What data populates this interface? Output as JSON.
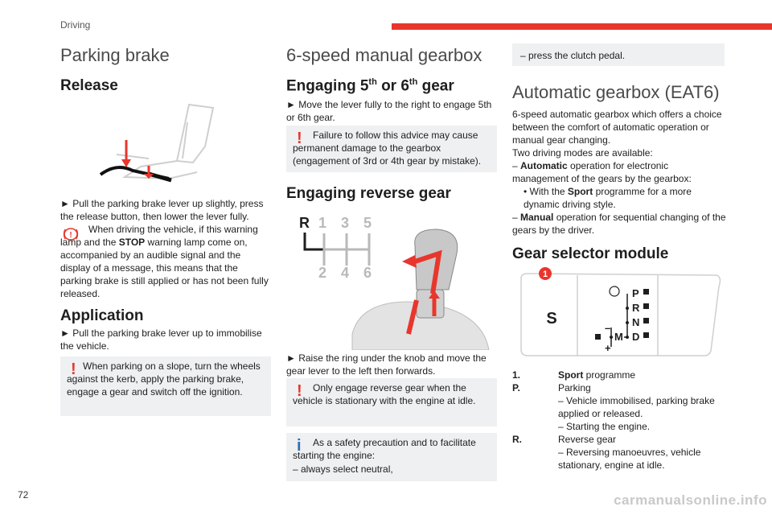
{
  "header": {
    "section": "Driving",
    "page_number": "72",
    "watermark": "carmanualsonline.info"
  },
  "col1": {
    "title": "Parking brake",
    "release_heading": "Release",
    "release_text": "► Pull the parking brake lever up slightly, press the release button, then lower the lever fully.",
    "warning_text_bold": "STOP",
    "warning_text_pre": "When driving the vehicle, if this warning lamp and the ",
    "warning_text_post": " warning lamp come on, accompanied by an audible signal and the display of a message, this means that the parking brake is still applied or has not been fully released.",
    "application_heading": "Application",
    "application_text": "► Pull the parking brake lever up to immobilise the vehicle.",
    "box_text": "When parking on a slope, turn the wheels against the kerb, apply the parking brake, engage a gear and switch off the ignition."
  },
  "col2": {
    "title": "6-speed manual gearbox",
    "engaging_heading_a": "Engaging 5",
    "engaging_heading_sup1": "th",
    "engaging_heading_b": " or 6",
    "engaging_heading_sup2": "th",
    "engaging_heading_c": " gear",
    "engaging_text": "► Move the lever fully to the right to engage 5th or 6th gear.",
    "box1_text": "Failure to follow this advice may cause permanent damage to the gearbox (engagement of 3rd or 4th gear by mistake).",
    "reverse_heading": "Engaging reverse gear",
    "gear_labels": {
      "r": "R",
      "g1": "1",
      "g3": "3",
      "g5": "5",
      "g2": "2",
      "g4": "4",
      "g6": "6"
    },
    "reverse_text": "► Raise the ring under the knob and move the gear lever to the left then forwards.",
    "box2_text": "Only engage reverse gear when the vehicle is stationary with the engine at idle.",
    "box3_text": "As a safety precaution and to facilitate starting the engine:",
    "box3_item": "– always select neutral,"
  },
  "col3": {
    "top_box_text": "– press the clutch pedal.",
    "title": "Automatic gearbox (EAT6)",
    "intro_1": "6-speed automatic gearbox which offers a choice between the comfort of automatic operation or manual gear changing.",
    "intro_2": "Two driving modes are available:",
    "auto_bold": "Automatic",
    "auto_text": " operation for electronic management of the gears by the gearbox:",
    "sport_pre": "• With the ",
    "sport_bold": "Sport",
    "sport_post": " programme for a more dynamic driving style.",
    "manual_bold": "Manual",
    "manual_text": " operation for sequential changing of the gears by the driver.",
    "selector_heading": "Gear selector module",
    "module": {
      "callout": "1",
      "s": "S",
      "p": "P",
      "r": "R",
      "n": "N",
      "d": "D",
      "m": "M",
      "minus": "–",
      "plus": "+"
    },
    "defs": [
      {
        "key": "1.",
        "val_bold": "Sport",
        "val": " programme"
      },
      {
        "key": "P.",
        "val": "Parking"
      },
      {
        "key": "",
        "val": "– Vehicle immobilised, parking brake applied or released."
      },
      {
        "key": "",
        "val": "– Starting the engine."
      },
      {
        "key": "R.",
        "val": "Reverse gear"
      },
      {
        "key": "",
        "val": "– Reversing manoeuvres, vehicle stationary, engine at idle."
      }
    ]
  },
  "colors": {
    "accent_red": "#e8362d",
    "info_blue": "#2f6fb5",
    "box_grey": "#eef0f1"
  }
}
